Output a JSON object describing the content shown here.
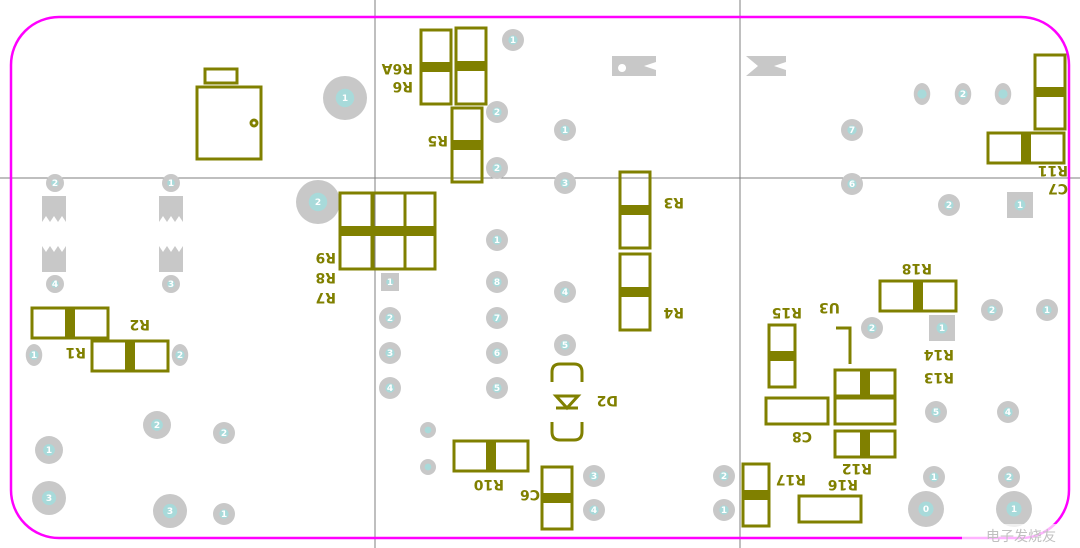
{
  "colors": {
    "outline": "#ff00ff",
    "silk": "#808000",
    "pad": "#c8c8c8",
    "hole": "#a8dada",
    "grid": "#7f7f7f"
  },
  "labels": {
    "r6a": "R6A",
    "r6": "R6",
    "r5": "R5",
    "r3": "R3",
    "r4": "R4",
    "r9": "R9",
    "r8": "R8",
    "r7": "R7",
    "r2": "R2",
    "r1": "R1",
    "d2": "D2",
    "r10": "R10",
    "c6": "C6",
    "r11": "R11",
    "c7": "C7",
    "r18": "R18",
    "u3": "U3",
    "r15": "R15",
    "r14": "R14",
    "r13": "R13",
    "c8": "C8",
    "r12": "R12",
    "r16": "R16",
    "r17": "R17"
  },
  "pad_numbers": {
    "n1": "1",
    "n2": "2",
    "n3": "3",
    "n4": "4",
    "n5": "5",
    "n6": "6",
    "n7": "7",
    "n8": "8",
    "n0": "0"
  },
  "watermark": "电子发烧友"
}
